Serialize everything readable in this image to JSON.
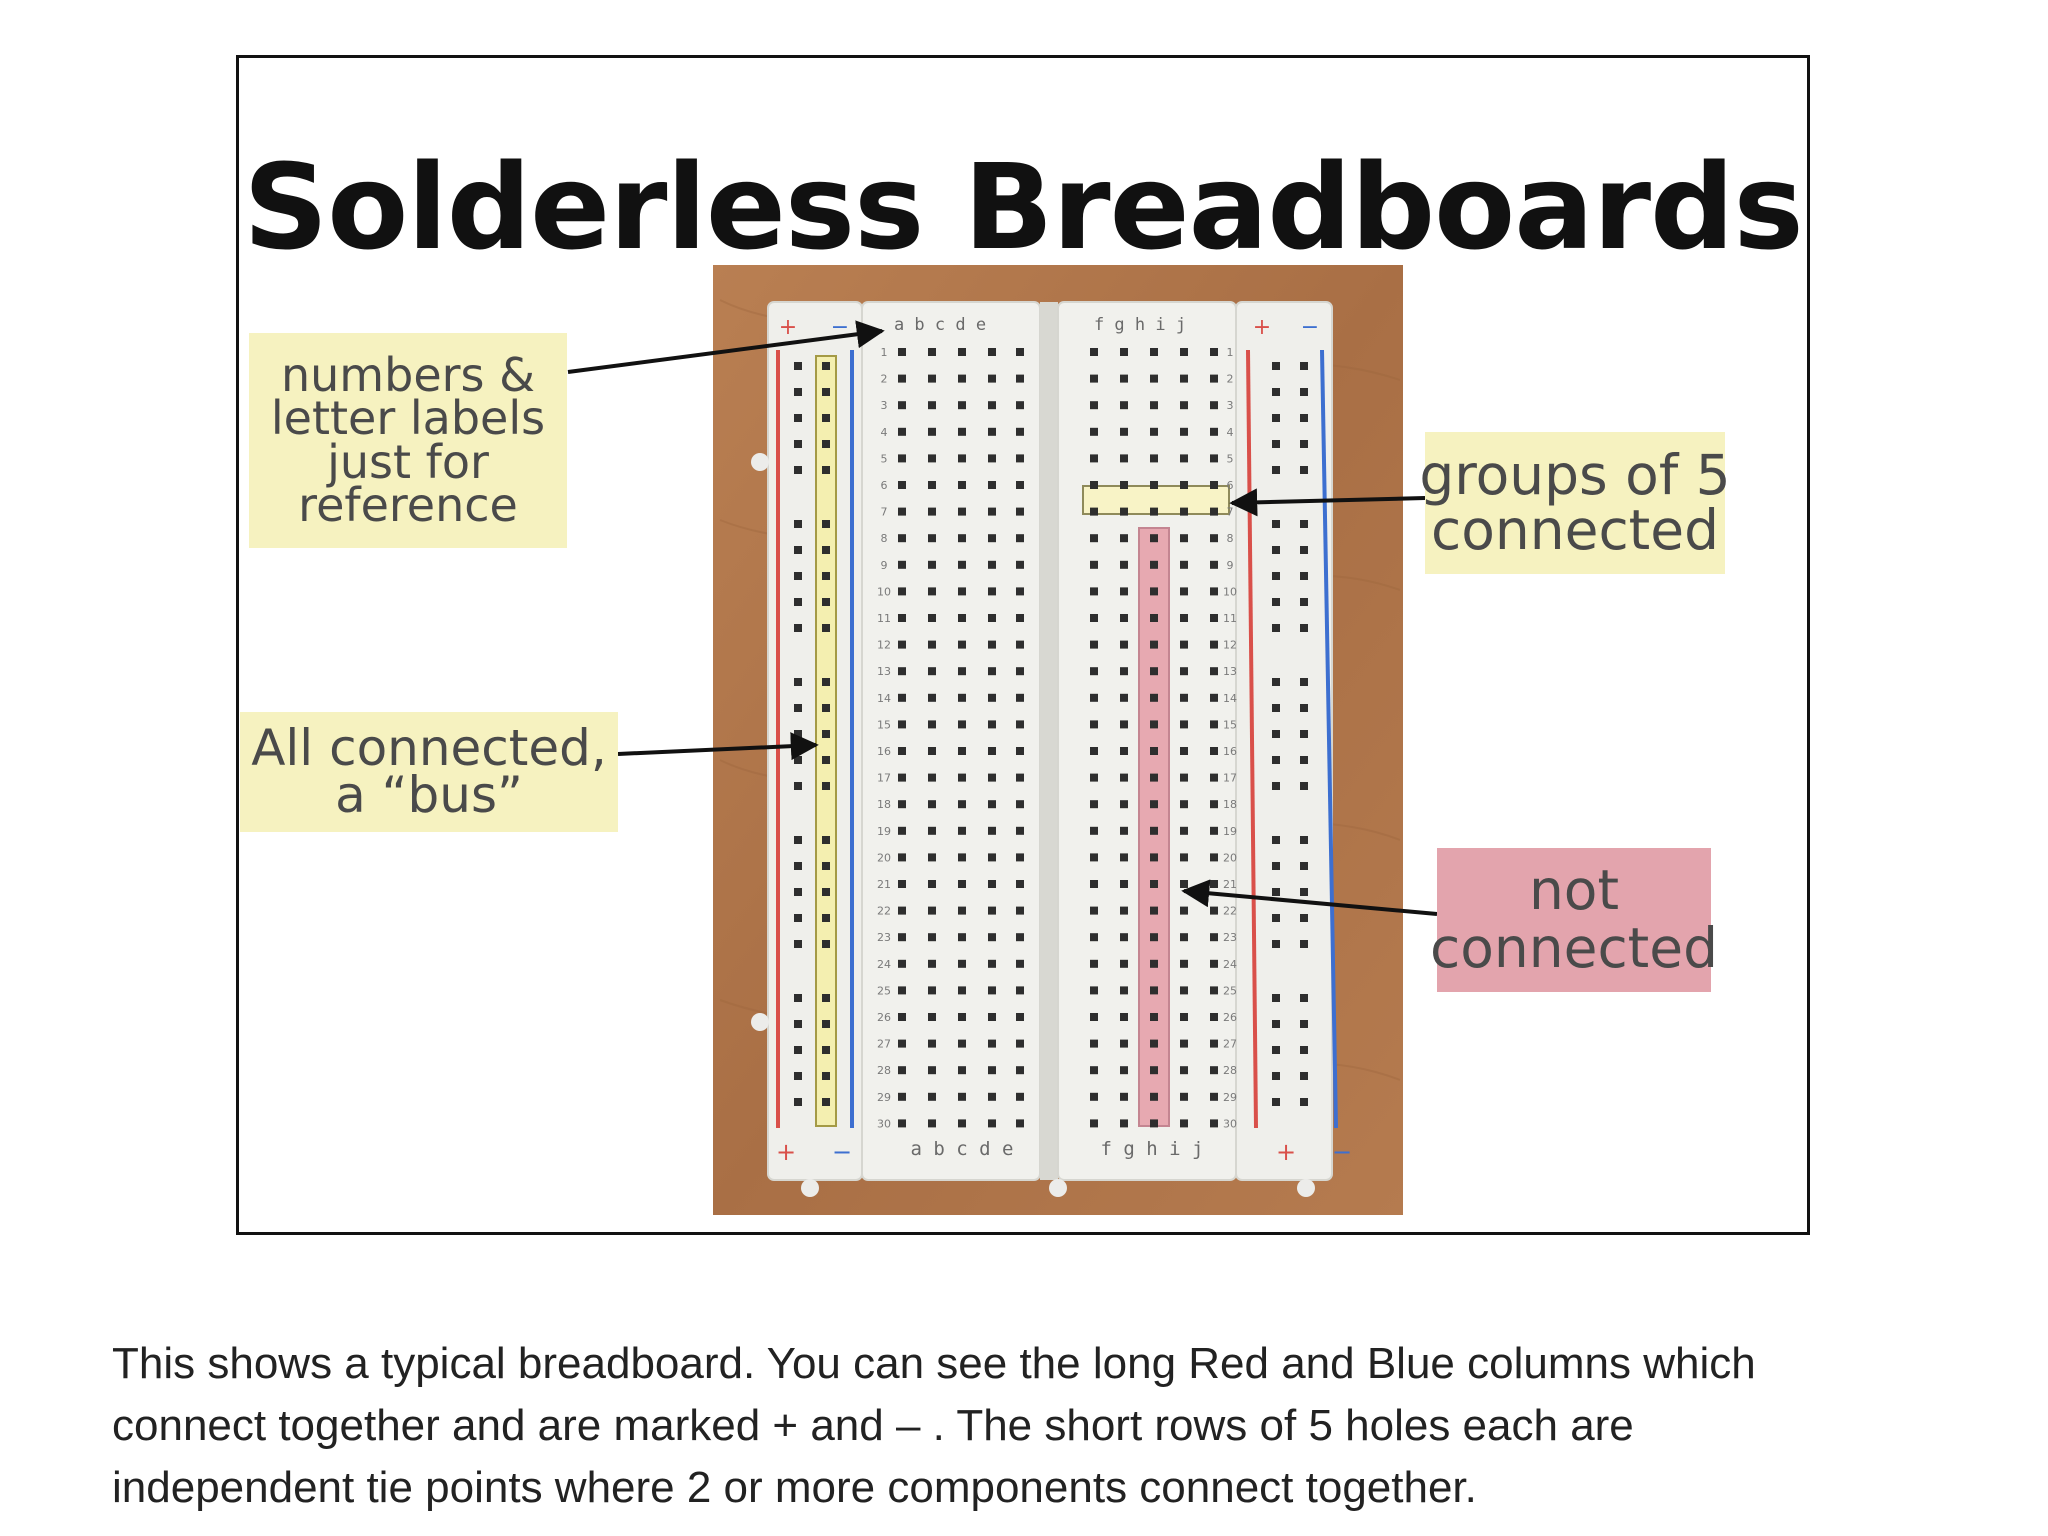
{
  "title": "Solderless Breadboards",
  "callouts": {
    "labels": [
      "numbers &",
      "letter labels",
      "just for",
      "reference"
    ],
    "bus": [
      "All connected,",
      "a “bus”"
    ],
    "groups": [
      "groups of 5",
      "connected"
    ],
    "not_connected": [
      "not",
      "connected"
    ]
  },
  "board": {
    "column_letters_left": "a b c d e",
    "column_letters_right": "f g h i j",
    "row_numbers": [
      "1",
      "2",
      "3",
      "4",
      "5",
      "6",
      "7",
      "8",
      "9",
      "10",
      "11",
      "12",
      "13",
      "14",
      "15",
      "16",
      "17",
      "18",
      "19",
      "20",
      "21",
      "22",
      "23",
      "24",
      "25",
      "26",
      "27",
      "28",
      "29",
      "30"
    ],
    "plus_sign": "+",
    "minus_sign": "−"
  },
  "caption": [
    "This shows a typical breadboard. You can see the long Red and Blue columns which",
    "connect together and are marked + and – . The short rows of 5 holes each are",
    "independent tie points where 2 or more components connect together."
  ],
  "colors": {
    "callout_yellow": "#f6f2c0",
    "callout_pink": "#e3a4ad",
    "rail_red": "#d9504a",
    "rail_blue": "#3d6fd0",
    "wood": "#b0764b",
    "board": "#eeeeea"
  }
}
